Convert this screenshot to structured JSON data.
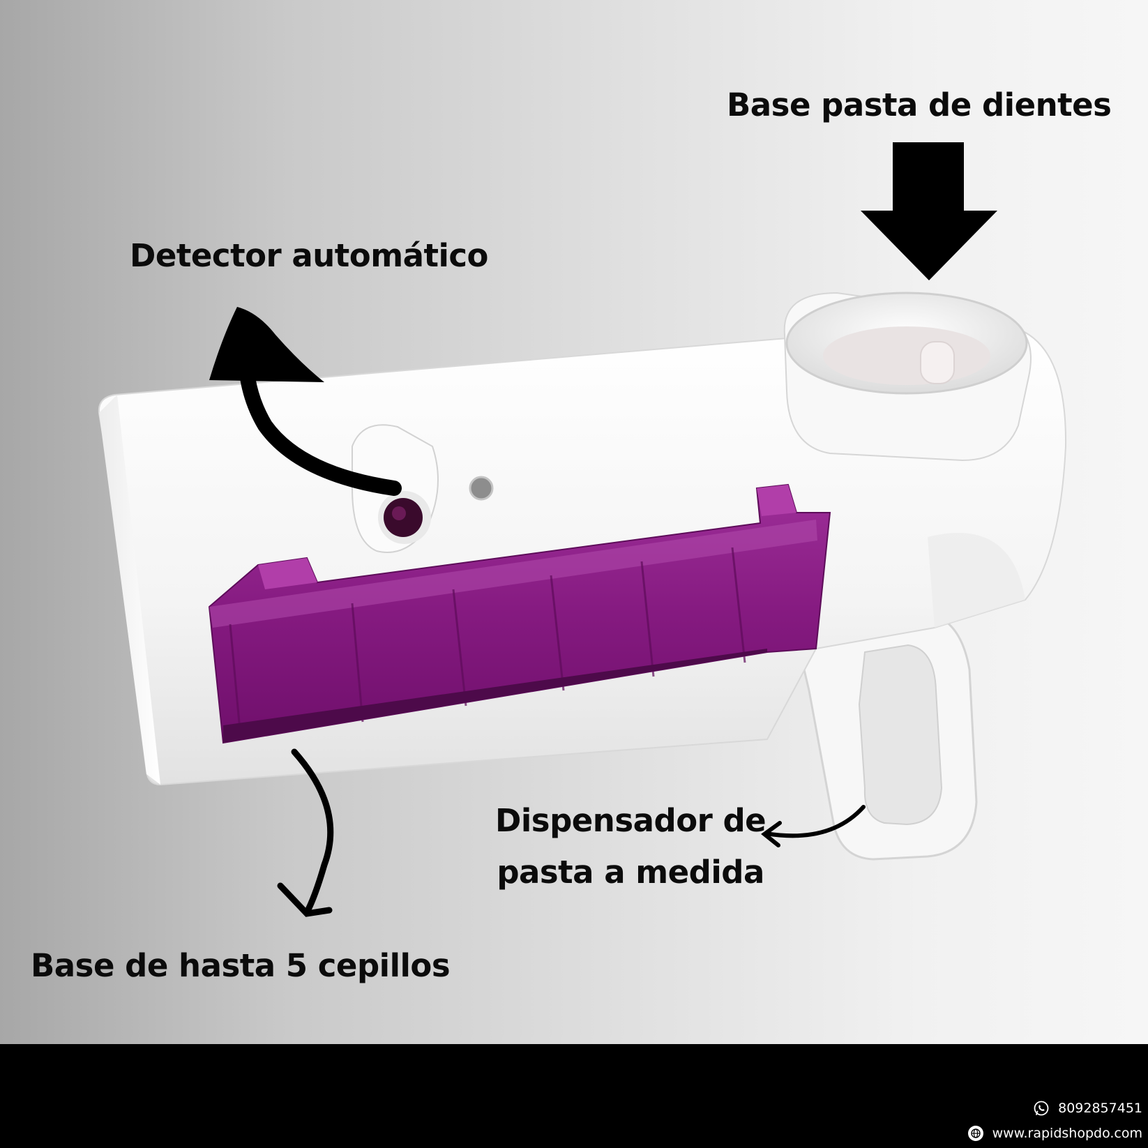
{
  "callouts": {
    "toothpaste_base": "Base pasta de dientes",
    "auto_detector": "Detector automático",
    "dispenser_line1": "Dispensador de",
    "dispenser_line2": "pasta a medida",
    "brush_base": "Base de hasta 5 cepillos"
  },
  "footer": {
    "phone": "8092857451",
    "website": "www.rapidshopdo.com",
    "phone_icon": "whatsapp-icon",
    "web_icon": "globe-icon"
  },
  "colors": {
    "accent_purple": "#8a1b86",
    "footer_bg": "#000000",
    "text": "#0b0b0b"
  }
}
